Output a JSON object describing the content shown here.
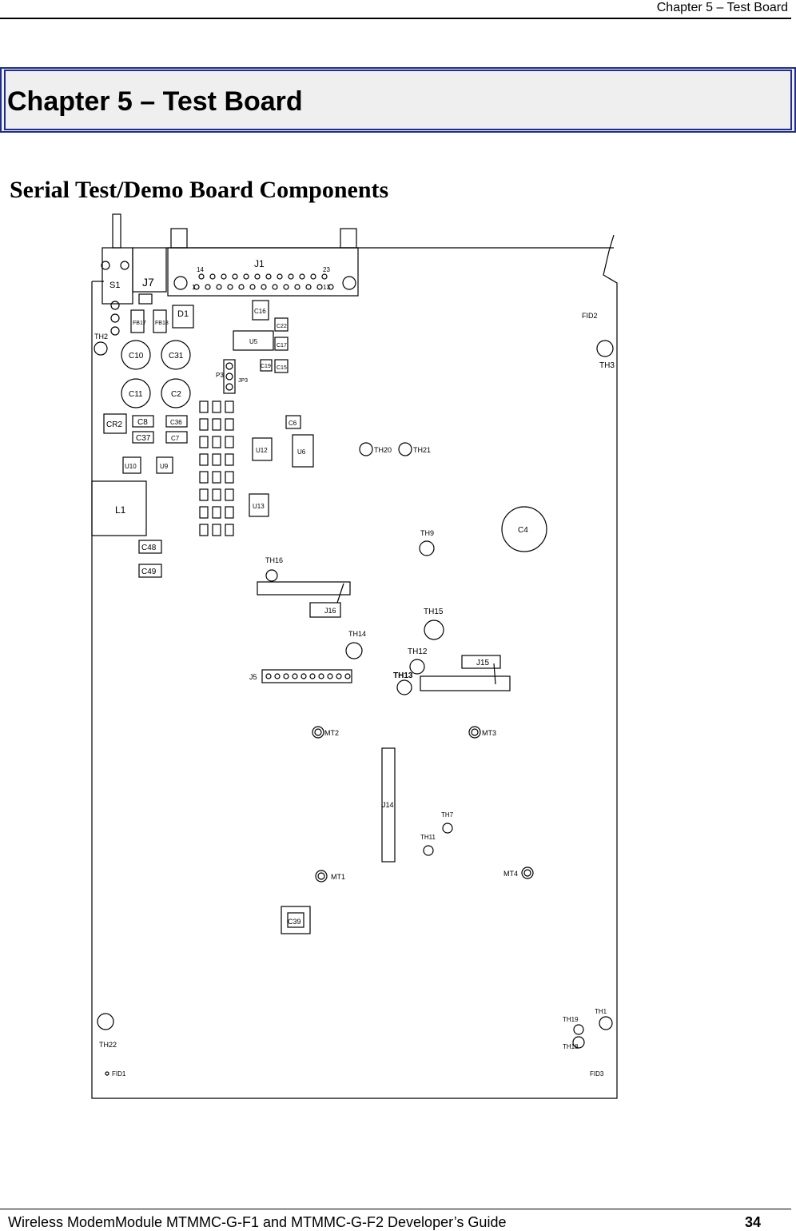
{
  "header": {
    "running_title": "Chapter 5 – Test Board"
  },
  "chapter": {
    "title": "Chapter 5 – Test Board"
  },
  "section": {
    "title": "Serial Test/Demo Board Components"
  },
  "board": {
    "labels": {
      "s1": "S1",
      "j7": "J7",
      "j1": "J1",
      "pin14": "14",
      "pin23": "23",
      "pin1": "1",
      "pin13": "13",
      "d1": "D1",
      "fb17": "FB17",
      "fb18": "FB18",
      "th2": "TH2",
      "th3": "TH3",
      "fid2": "FID2",
      "c10": "C10",
      "c31": "C31",
      "c11": "C11",
      "c2": "C2",
      "cr2": "CR2",
      "c8": "C8",
      "c37": "C37",
      "c36": "C36",
      "c7": "C7",
      "u10": "U10",
      "u9": "U9",
      "l1": "L1",
      "c48": "C48",
      "c49": "C49",
      "u5": "U5",
      "c16": "C16",
      "c17": "C17",
      "c15": "C15",
      "c19": "C19",
      "c22": "C22",
      "c6": "C6",
      "u12": "U12",
      "u6": "U6",
      "u13": "U13",
      "p3": "P3",
      "jp3": "JP3",
      "th20": "TH20",
      "th21": "TH21",
      "th9": "TH9",
      "c4": "C4",
      "th16": "TH16",
      "j16": "J16",
      "th15": "TH15",
      "th14": "TH14",
      "th12": "TH12",
      "j15": "J15",
      "th13": "TH13",
      "j5": "J5",
      "mt2": "MT2",
      "mt3": "MT3",
      "j14": "J14",
      "th7": "TH7",
      "th11": "TH11",
      "mt1": "MT1",
      "mt4": "MT4",
      "c39": "C39",
      "th22": "TH22",
      "fid1": "FID1",
      "th18": "TH18",
      "th19": "TH19",
      "th1": "TH1",
      "fid3": "FID3"
    }
  },
  "footer": {
    "guide_title": "Wireless ModemModule MTMMC-G-F1 and MTMMC-G-F2 Developer’s Guide",
    "page_number": "34"
  }
}
